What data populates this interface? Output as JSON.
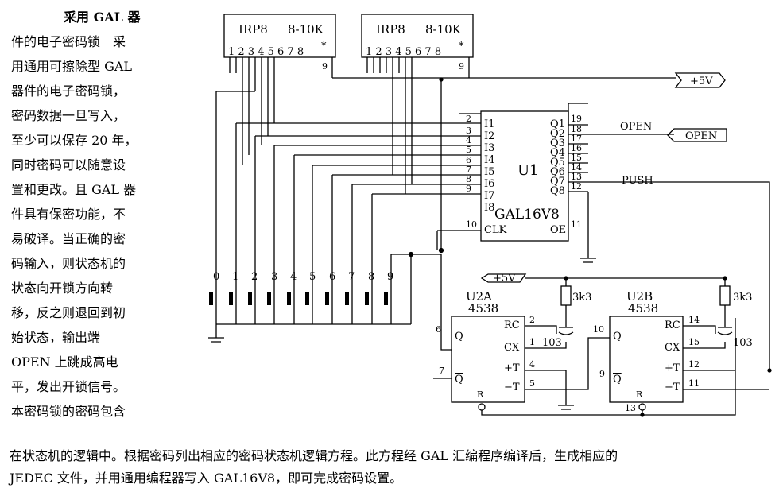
{
  "text_column": [
    "采用 GAL 器",
    "件的电子密码锁　采",
    "用通用可擦除型 GAL",
    "器件的电子密码锁，",
    "密码数据一旦写入，",
    "至少可以保存 20 年，",
    "同时密码可以随意设",
    "置和更改。且 GAL 器",
    "件具有保密功能，不",
    "易破译。当正确的密",
    "码输入，则状态机的",
    "状态向开锁方向转",
    "移，反之则退回到初",
    "始状态，输出端",
    "OPEN 上跳成高电",
    "平，发出开锁信号。",
    "本密码锁的密码包含"
  ],
  "bottom_text": [
    "在状态机的逻辑中。根据密码列出相应的密码状态机逻辑方程。此方程经 GAL 汇编程序编译后，生成相应的",
    "JEDEC 文件，并用通用编程器写入 GAL16V8，即可完成密码设置。"
  ],
  "diagram": {
    "resistor_packs": [
      {
        "name": "IRP8",
        "value": "8-10K",
        "star": "*",
        "pins": "1 2 3 4 5 6 7 8",
        "pin9": "9"
      },
      {
        "name": "IRP8",
        "value": "8-10K",
        "star": "*",
        "pins": "1 2 3 4 5 6 7 8",
        "pin9": "9"
      }
    ],
    "supply_label": "+5V",
    "open_port_label": "OPEN",
    "u1": {
      "ref": "U1",
      "part": "GAL16V8",
      "inputs": [
        "I1",
        "I2",
        "I3",
        "I4",
        "I5",
        "I6",
        "I7",
        "I8"
      ],
      "input_pins": [
        "2",
        "3",
        "4",
        "5",
        "6",
        "7",
        "8",
        "9"
      ],
      "outputs": [
        "Q1",
        "Q2",
        "Q3",
        "Q4",
        "Q5",
        "Q6",
        "Q7",
        "Q8"
      ],
      "output_pins": [
        "19",
        "18",
        "17",
        "16",
        "15",
        "14",
        "13",
        "12"
      ],
      "clk_label": "CLK",
      "clk_pin": "10",
      "oe_label": "OE",
      "oe_pin": "11",
      "open_net": "OPEN",
      "push_net": "PUSH"
    },
    "keys": [
      "0",
      "1",
      "2",
      "3",
      "4",
      "5",
      "6",
      "7",
      "8",
      "9"
    ],
    "u2a": {
      "ref": "U2A",
      "part": "4538",
      "r": "3k3",
      "c": "103",
      "pins": {
        "q": "6",
        "qbar": "7",
        "rc": "2",
        "cx": "1",
        "pt": "4",
        "mt": "5"
      }
    },
    "u2b": {
      "ref": "U2B",
      "part": "4538",
      "r": "3k3",
      "c": "103",
      "pins": {
        "q": "10",
        "qbar": "9",
        "rc": "14",
        "cx": "15",
        "pt": "12",
        "mt": "11",
        "r": "13"
      }
    },
    "pin_labels": {
      "Q": "Q",
      "Qbar": "Q",
      "RC": "RC",
      "CX": "CX",
      "PT": "+T",
      "MT": "−T",
      "R": "R"
    }
  }
}
